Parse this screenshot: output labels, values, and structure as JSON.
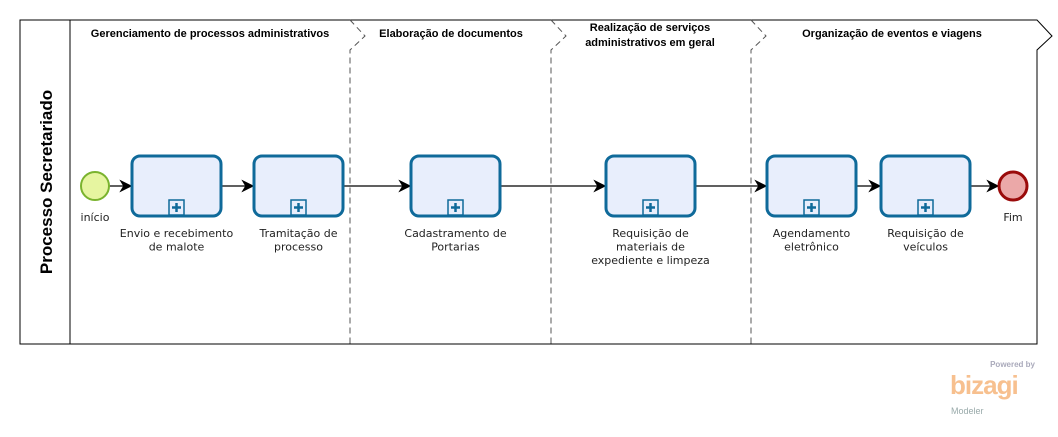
{
  "pool": {
    "title": "Processo Secretariado"
  },
  "phases": [
    {
      "title": [
        "Gerenciamento de processos administrativos"
      ]
    },
    {
      "title": [
        "Elaboração de documentos"
      ]
    },
    {
      "title": [
        "Realização de serviços",
        "administrativos em geral"
      ]
    },
    {
      "title": [
        "Organização de eventos e viagens"
      ]
    }
  ],
  "events": {
    "start": {
      "label": "início",
      "color": "#e6f5a0"
    },
    "end": {
      "label": "Fim",
      "color": "#eba8a8"
    }
  },
  "tasks": [
    {
      "label": [
        "Envio e recebimento",
        "de malote"
      ],
      "icon": "subprocess-plus-icon"
    },
    {
      "label": [
        "Tramitação de",
        "processo"
      ],
      "icon": "subprocess-plus-icon"
    },
    {
      "label": [
        "Cadastramento de",
        "Portarias"
      ],
      "icon": "subprocess-plus-icon"
    },
    {
      "label": [
        "Requisição de",
        "materiais de",
        "expediente e limpeza"
      ],
      "icon": "subprocess-plus-icon"
    },
    {
      "label": [
        "Agendamento",
        "eletrônico"
      ],
      "icon": "subprocess-plus-icon"
    },
    {
      "label": [
        "Requisição de",
        "veículos"
      ],
      "icon": "subprocess-plus-icon"
    }
  ],
  "watermark": {
    "powered": "Powered by",
    "brand": "bizagi",
    "product": "Modeler",
    "color": "#f7b37a"
  }
}
